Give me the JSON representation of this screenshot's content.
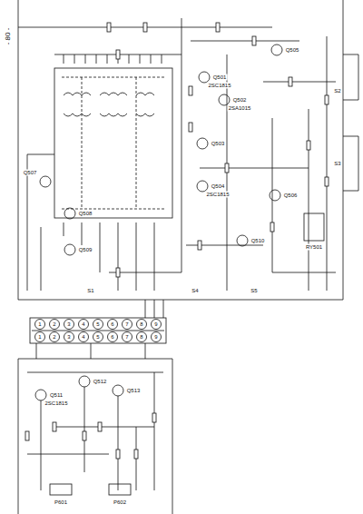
{
  "diagram": {
    "labels": [
      "- 80 -",
      "Q501",
      "Q502",
      "Q503",
      "Q504",
      "Q505",
      "Q506",
      "Q507",
      "Q508",
      "Q509",
      "Q510",
      "Q511",
      "Q512",
      "Q513",
      "2SC1815",
      "2SA1015",
      "2SC1815",
      "2SC1815",
      "1",
      "2",
      "3",
      "4",
      "5",
      "6",
      "7",
      "8",
      "9",
      "1",
      "2",
      "3",
      "4",
      "5",
      "6",
      "7",
      "8",
      "9",
      "P601",
      "P602",
      "RY501",
      "S1",
      "S2",
      "S3",
      "S4",
      "S5"
    ]
  }
}
